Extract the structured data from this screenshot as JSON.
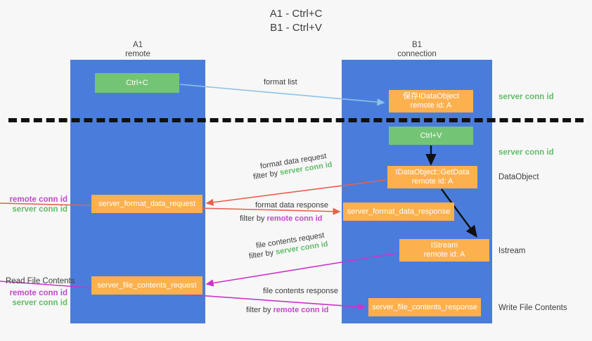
{
  "title": {
    "line1": "A1 - Ctrl+C",
    "line2": "B1 - Ctrl+V"
  },
  "columns": {
    "a1": {
      "name": "A1",
      "sub": "remote"
    },
    "b1": {
      "name": "B1",
      "sub": "connection"
    }
  },
  "boxes": {
    "ctrl_c": {
      "line1": "Ctrl+C",
      "line2": ""
    },
    "idataobject": {
      "line1": "保存IDataObject",
      "line2": "remote id: A"
    },
    "ctrl_v": {
      "line1": "Ctrl+V",
      "line2": ""
    },
    "getdata": {
      "line1": "IDataObject::GetData",
      "line2": "remote id: A"
    },
    "server_format_data_request": {
      "line1": "server_format_data_request",
      "line2": ""
    },
    "server_format_data_response": {
      "line1": "server_format_data_response",
      "line2": ""
    },
    "istream": {
      "line1": "IStream",
      "line2": "remote id: A"
    },
    "server_file_contents_request": {
      "line1": "server_file_contents_request",
      "line2": ""
    },
    "server_file_contents_response": {
      "line1": "server_file_contents_response",
      "line2": ""
    }
  },
  "side_notes": {
    "server_conn_id_1": "server conn id",
    "server_conn_id_2": "server conn id",
    "dataobject": "DataObject",
    "istream": "Istream",
    "write_file_contents": "Write File Contents"
  },
  "left_notes": {
    "remote_conn_id_1": "remote conn id",
    "server_conn_id_1": "server conn id",
    "read_file_contents": "Read File Contents",
    "remote_conn_id_2": "remote conn id",
    "server_conn_id_2": "server conn id"
  },
  "edge_labels": {
    "format_list": "format list",
    "format_data_request": "format data request",
    "format_data_request_filter_prefix": "filter by ",
    "format_data_request_filter_value": "server conn id",
    "format_data_response": "format data response",
    "format_data_response_filter_prefix": "filter by ",
    "format_data_response_filter_value": "remote conn id",
    "file_contents_request": "file contents request",
    "file_contents_request_filter_prefix": "filter by ",
    "file_contents_request_filter_value": "server conn id",
    "file_contents_response": "file contents response",
    "file_contents_response_filter_prefix": "filter by ",
    "file_contents_response_filter_value": "remote conn id"
  },
  "colors": {
    "lane": "#4a7ddb",
    "green_box": "#74c476",
    "orange_box": "#fcb04e",
    "green_text": "#63bc6a",
    "purple_text": "#c04ac7",
    "wire_blue": "#8fc2e8",
    "wire_red": "#e8604c",
    "wire_magenta": "#cc33cc",
    "wire_black": "#111111"
  }
}
